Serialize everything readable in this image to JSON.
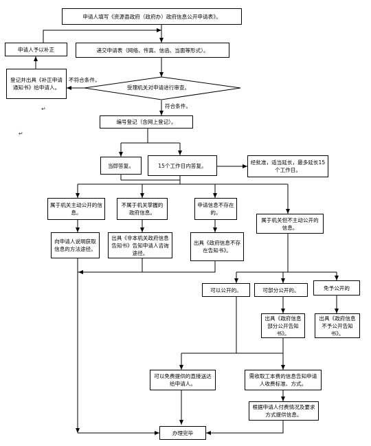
{
  "nodes": {
    "n_fill": "申请人填写《资源县政府（政府办）政府信息公开申请表》。",
    "n_submit": "递交申请表（网络、传真、信函、当面等形式）。",
    "n_correct": "申请人予以补正",
    "n_notice": "登记并出具《补正申请通知书》给申请人。",
    "n_review": "受理机关对申请进行审查。",
    "n_register": "编号登记（含网上登记）。",
    "n_reply_now": "当即答复。",
    "n_reply15": "15个工作日内答复。",
    "n_extend": "经批准，适当延长，最多延长15个工作日。",
    "n_public_active": "属于机关主动公开的信息。",
    "n_not_ours": "不属于机关掌握的政府信息。",
    "n_not_exist": "申请信息不存在的。",
    "n_not_active": "属于机关但不主动公开的信息。",
    "n_tell_way": "向申请人说明获取信息的方法途径。",
    "n_not_ours_notice": "出具《非本机关政府信息告知书》告知申请人咨询途径。",
    "n_not_exist_notice": "出具《政府信息不存在告知书》。",
    "n_can_public": "可以公开的。",
    "n_part_public": "可部分公开的。",
    "n_not_public": "免予公开的",
    "n_part_notice": "出具《政府信息部分公开告知书》。",
    "n_not_public_notice": "出具《政府信息不予公开告知书》。",
    "n_free": "可以免费提供的直接送达给申请人。",
    "n_fee": "需收取工本费的信息告知申请人收费标准、方式。",
    "n_pay": "根据申请人付费情况及要求方式提供信息。",
    "n_done": "办理完毕"
  },
  "edge_labels": {
    "not_qualified": "不符合条件。",
    "qualified": "符合条件。"
  },
  "marks": {
    "return": "↵"
  }
}
